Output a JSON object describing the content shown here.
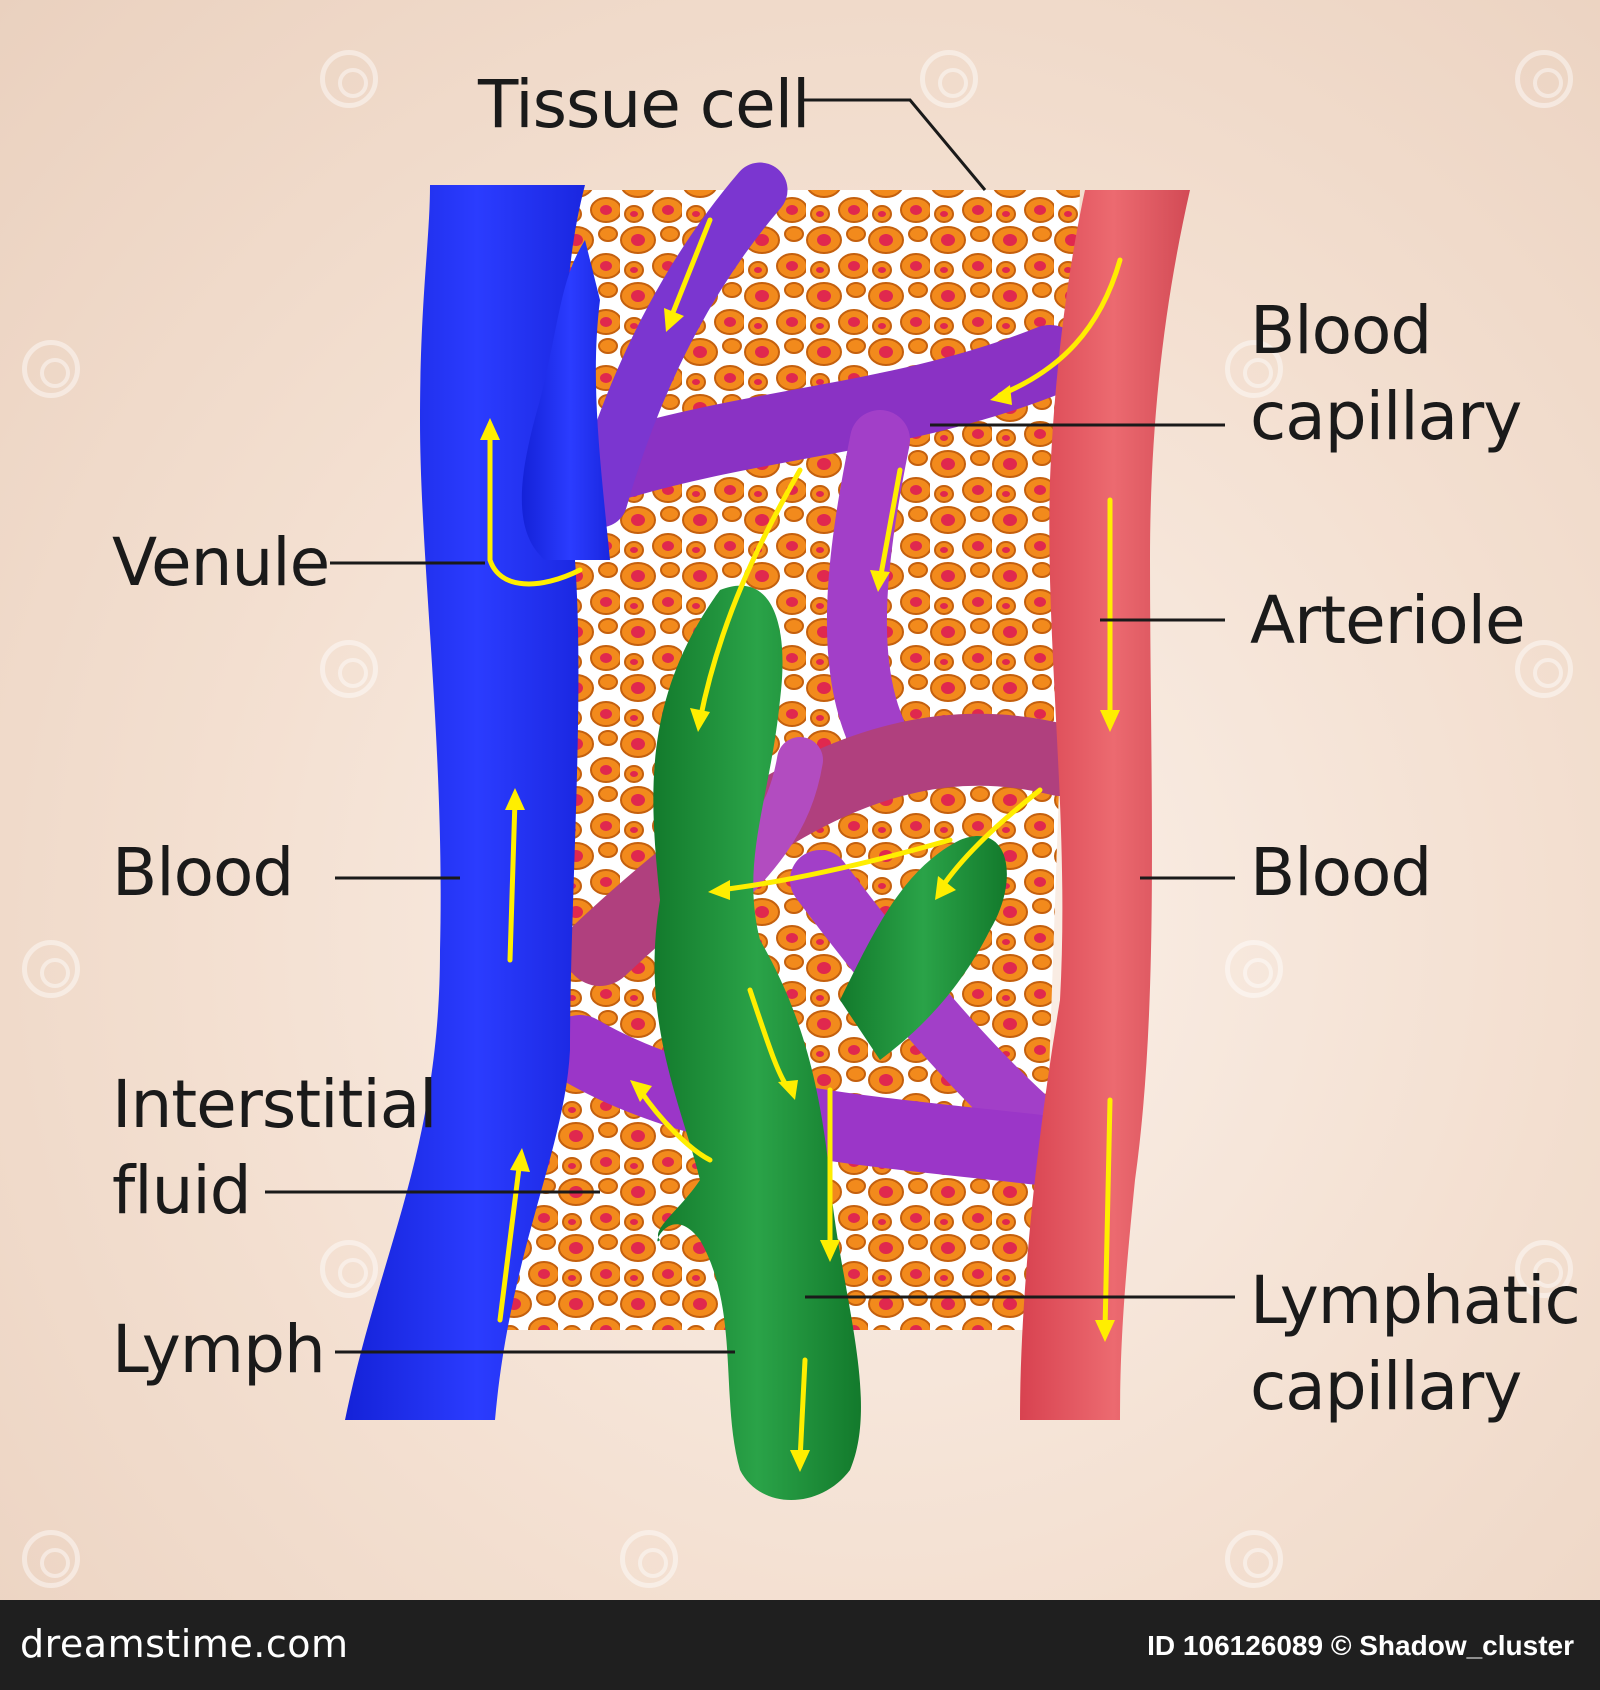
{
  "labels": {
    "tissue_cell": "Tissue cell",
    "blood_capillary_1": "Blood",
    "blood_capillary_2": "capillary",
    "venule": "Venule",
    "arteriole": "Arteriole",
    "blood_left": "Blood",
    "blood_right": "Blood",
    "interstitial_1": "Interstitial",
    "interstitial_2": "fluid",
    "lymph": "Lymph",
    "lymphatic_1": "Lymphatic",
    "lymphatic_2": "capillary"
  },
  "colors": {
    "venule": "#1f2cf0",
    "arteriole": "#e0505a",
    "capillary": "#a23fc8",
    "lymphatic": "#1f8f3a",
    "tissue_cell_body": "#f28a1c",
    "tissue_cell_nucleus": "#e0284e",
    "flow_arrow": "#ffee00"
  },
  "footer": {
    "brand": "dreamstime.com",
    "credit": "ID 106126089 © Shadow_cluster"
  }
}
